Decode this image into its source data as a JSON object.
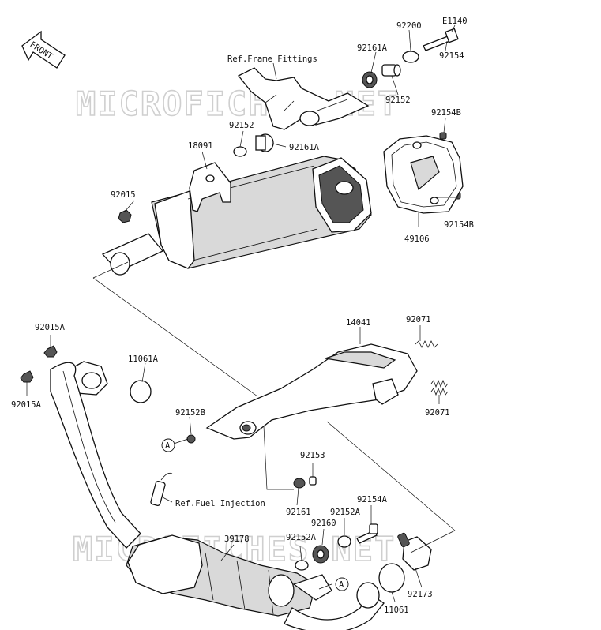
{
  "watermark": "MICROFICHES.NET",
  "front_label": "FRONT",
  "references": {
    "frame_fittings": "Ref.Frame Fittings",
    "fuel_injection": "Ref.Fuel Injection"
  },
  "circle_marker": "A",
  "parts": {
    "e1140": "E1140",
    "p92200": "92200",
    "p92161a_top": "92161A",
    "p92154_top": "92154",
    "p92152_top": "92152",
    "p92154b_top": "92154B",
    "p92152_mid": "92152",
    "p92161a_mid": "92161A",
    "p18091": "18091",
    "p92015": "92015",
    "p92154b_mid": "92154B",
    "p49106": "49106",
    "p92015a_top": "92015A",
    "p11061a": "11061A",
    "p14041": "14041",
    "p92071_top": "92071",
    "p92015a_bot": "92015A",
    "p92071_bot": "92071",
    "p92152b": "92152B",
    "p92153": "92153",
    "p92154a": "92154A",
    "p92161": "92161",
    "p92152a_r": "92152A",
    "p92160": "92160",
    "p39178": "39178",
    "p92152a_l": "92152A",
    "p92173": "92173",
    "p11061": "11061"
  }
}
